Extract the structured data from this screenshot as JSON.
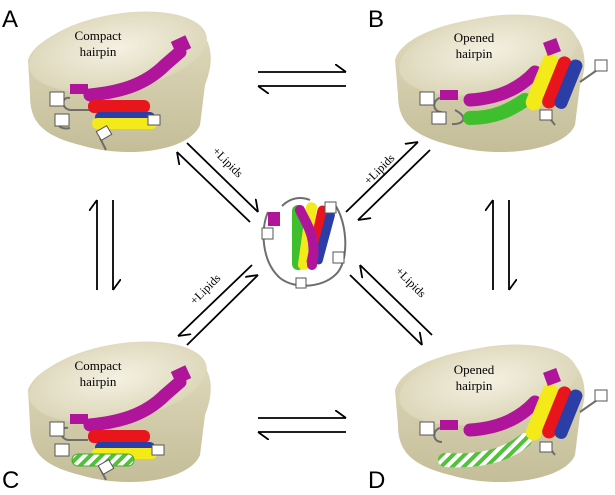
{
  "panels": {
    "a": {
      "letter": "A",
      "label_line1": "Compact",
      "label_line2": "hairpin"
    },
    "b": {
      "letter": "B",
      "label_line1": "Opened",
      "label_line2": "hairpin"
    },
    "c": {
      "letter": "C",
      "label_line1": "Compact",
      "label_line2": "hairpin"
    },
    "d": {
      "letter": "D",
      "label_line1": "Opened",
      "label_line2": "hairpin"
    }
  },
  "arrow_labels": {
    "top_left": "+Lipids",
    "top_right": "+Lipids",
    "bottom_left": "+Lipids",
    "bottom_right": "+Lipids"
  },
  "colors": {
    "bilayer": "#e6e1c8",
    "bilayer_shade": "#cfc8a6",
    "magenta": "#b0149a",
    "red": "#e8161c",
    "blue": "#2b3ea8",
    "yellow": "#f4ea1a",
    "green": "#3fbe2e",
    "green_hatched": "#52c13a",
    "loop": "#6e6e6e",
    "arrow": "#000000"
  }
}
